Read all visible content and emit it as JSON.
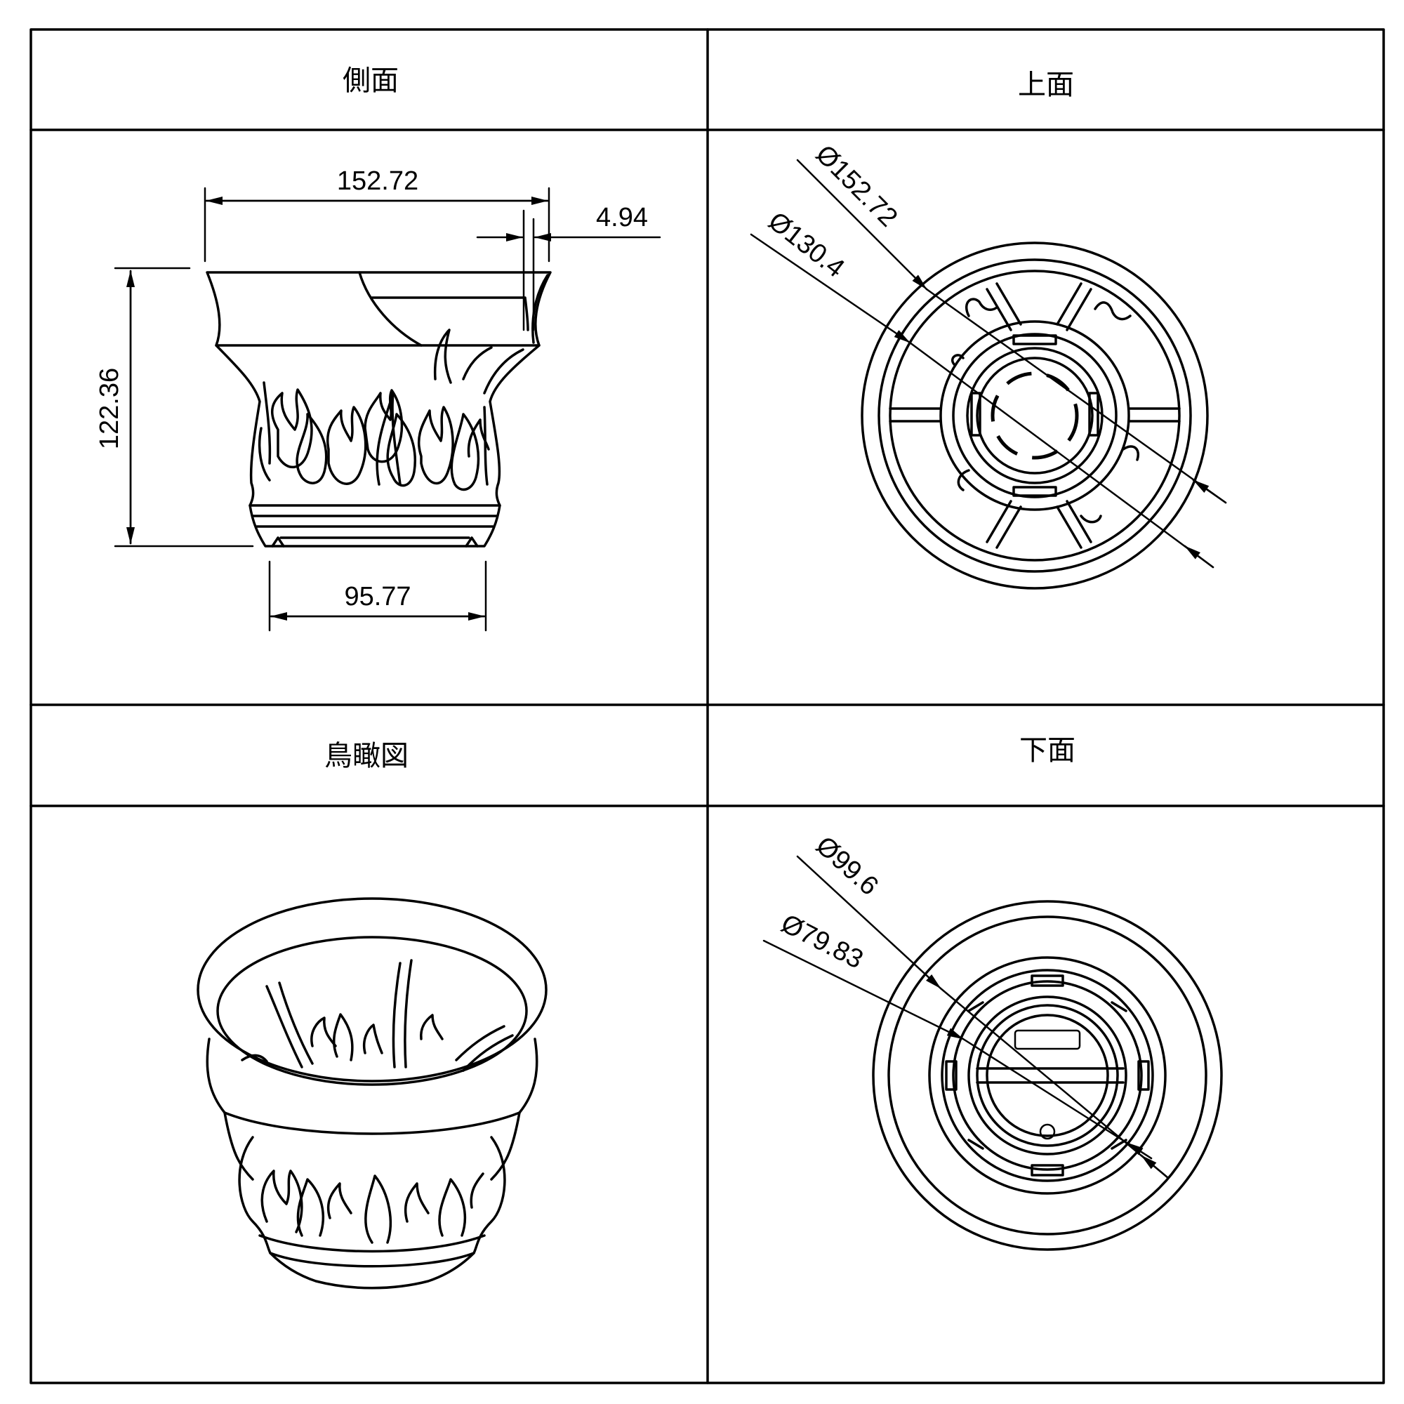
{
  "panels": {
    "side": {
      "title": "側面",
      "dims": {
        "top_width": "152.72",
        "wall": "4.94",
        "height": "122.36",
        "base_width": "95.77"
      }
    },
    "top": {
      "title": "上面",
      "dims": {
        "outer_diameter": "Ø152.72",
        "inner_diameter": "Ø130.4"
      }
    },
    "birdseye": {
      "title": "鳥瞰図"
    },
    "bottom": {
      "title": "下面",
      "dims": {
        "outer_diameter": "Ø99.6",
        "inner_diameter": "Ø79.83"
      }
    }
  }
}
